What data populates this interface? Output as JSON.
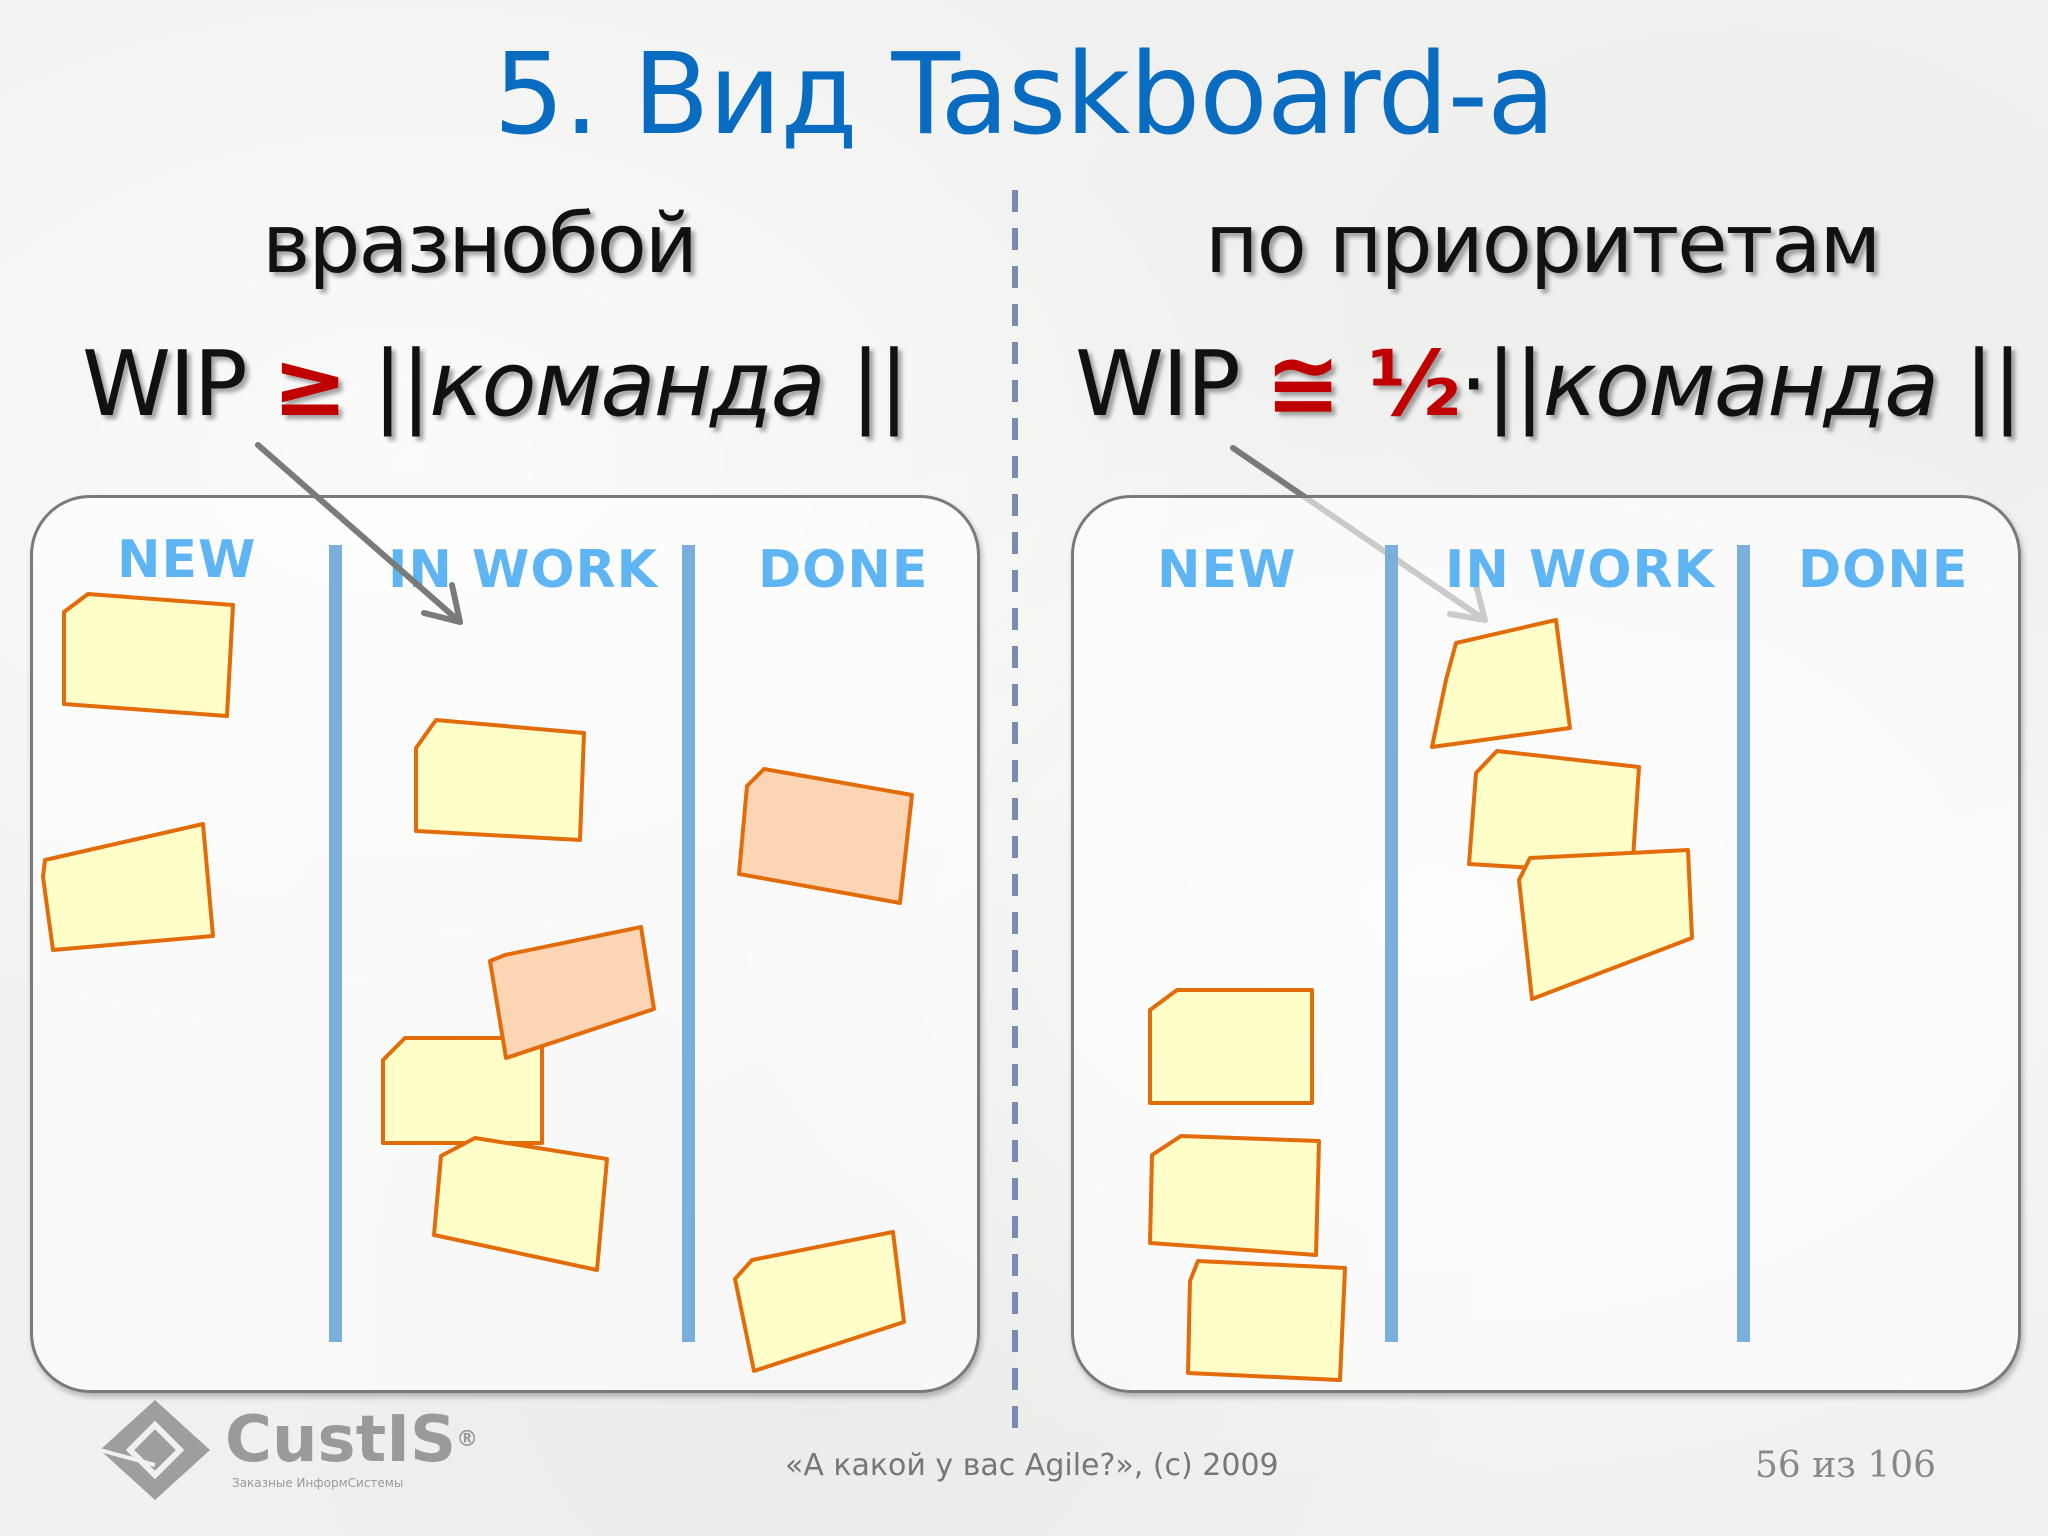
{
  "slide": {
    "title": "5. Вид Taskboard-а",
    "page_indicator": "56 из 106",
    "footer_caption": "«А какой у вас Agile?», (c) 2009"
  },
  "logo": {
    "name": "CustIS",
    "registered": "®",
    "tagline": "Заказные ИнформСистемы",
    "icon": "custis-diamond-logo-icon"
  },
  "left": {
    "heading": "вразнобой",
    "formula": {
      "wip": "WIP ",
      "operator": "≥",
      "prefix": " ||",
      "team": "команда",
      "suffix": " ||"
    },
    "board": {
      "columns": [
        "NEW",
        "IN WORK",
        "DONE"
      ]
    }
  },
  "right": {
    "heading": "по приоритетам",
    "formula": {
      "wip": "WIP ",
      "operator": "≅ ½",
      "prefix": "·||",
      "team": "команда",
      "suffix": " ||"
    },
    "board": {
      "columns": [
        "NEW",
        "IN WORK",
        "DONE"
      ]
    }
  },
  "colors": {
    "title": "#0a6cc0",
    "operator": "#c00000",
    "column_header": "#5fb4f3",
    "column_line": "#7aafdc",
    "note_fill_yellow": "#fffdc8",
    "note_fill_peach": "#fcd5b5",
    "note_border": "#e36c0a",
    "divider": "#7b8bb0"
  }
}
